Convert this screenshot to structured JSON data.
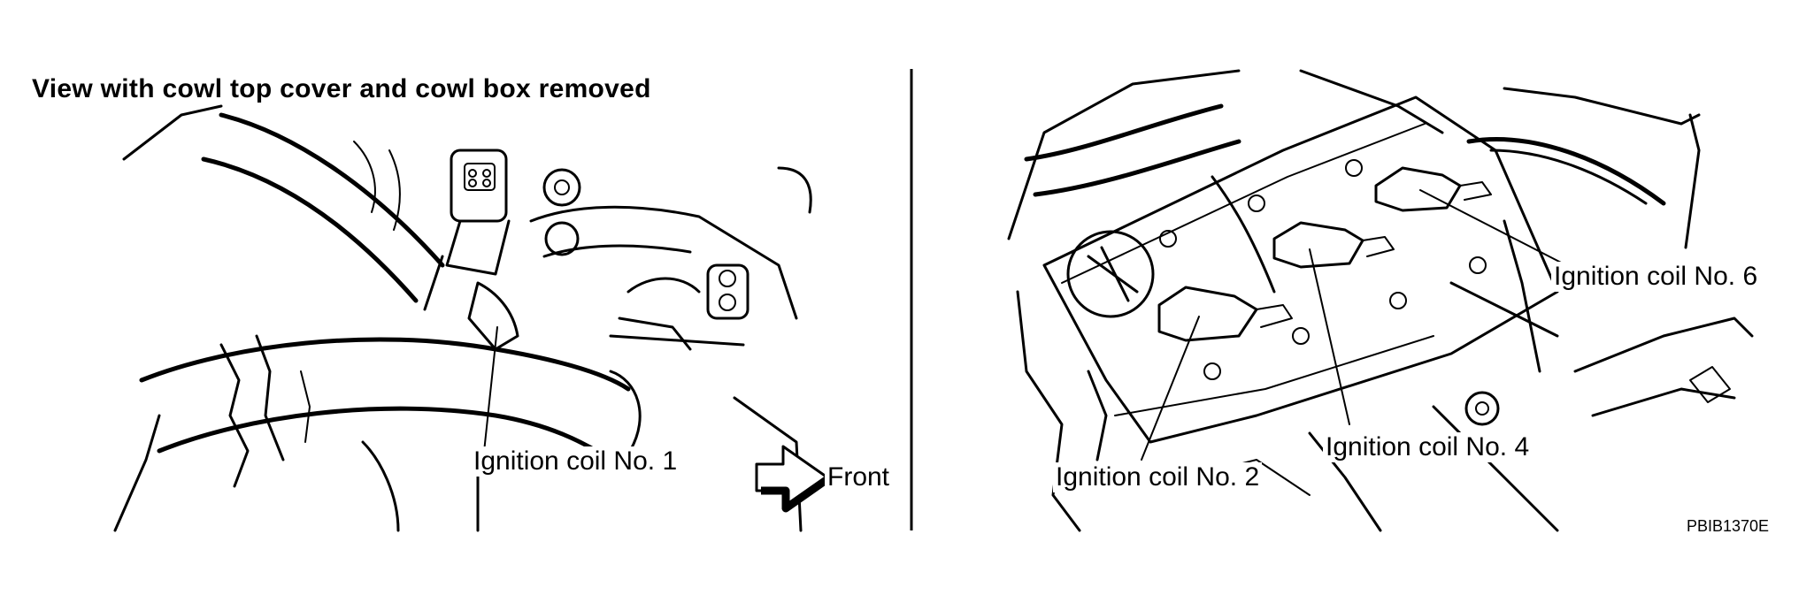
{
  "left_panel": {
    "title": "View with cowl top cover and cowl box removed",
    "labels": {
      "coil1": "Ignition coil No. 1",
      "front": "Front"
    },
    "icons": [
      "front-arrow-icon"
    ]
  },
  "right_panel": {
    "labels": {
      "coil2": "Ignition coil No. 2",
      "coil4": "Ignition coil No. 4",
      "coil6": "Ignition coil No. 6"
    }
  },
  "figure_ref": "PBIB1370E"
}
